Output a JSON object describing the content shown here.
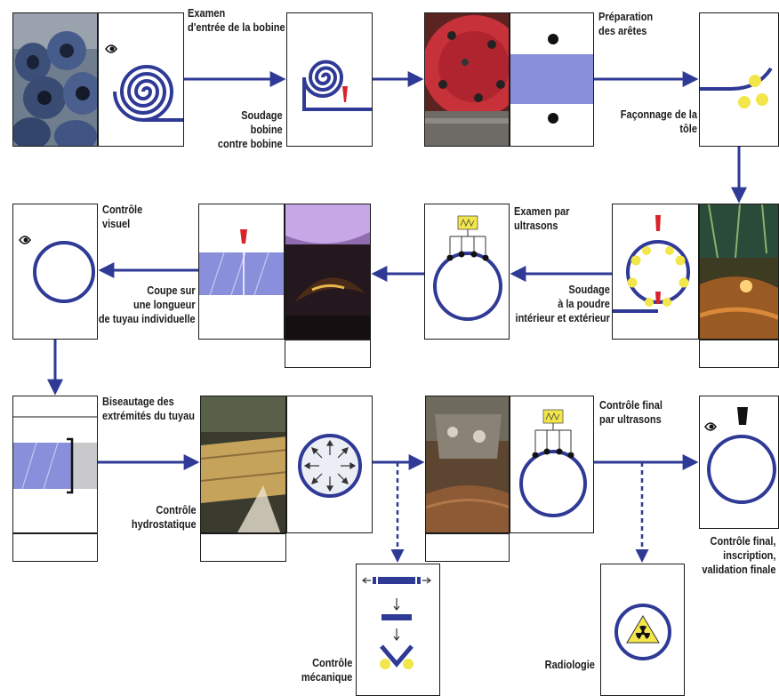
{
  "colors": {
    "flow": "#2e3a96",
    "pipe_blue": "#8a8fdc",
    "roller_yellow": "#f2e64a",
    "weld_red": "#d8232a",
    "border": "#1a1a1a"
  },
  "labels": {
    "examen_entree": [
      "Examen",
      "d'entrée de la bobine"
    ],
    "soudage_bobine": [
      "Soudage",
      "bobine",
      "contre bobine"
    ],
    "preparation_aretes": [
      "Préparation",
      "des arêtes"
    ],
    "faconnage_tole": [
      "Façonnage de la",
      "tôle"
    ],
    "controle_visuel": [
      "Contrôle",
      "visuel"
    ],
    "coupe": [
      "Coupe sur",
      "une longueur",
      "de tuyau individuelle"
    ],
    "examen_ultrasons": [
      "Examen par",
      "ultrasons"
    ],
    "soudage_poudre": [
      "Soudage",
      "à la poudre",
      "intérieur et extérieur"
    ],
    "biseautage": [
      "Biseautage des",
      "extrémités du tuyau"
    ],
    "controle_hydrostatique": [
      "Contrôle",
      "hydrostatique"
    ],
    "controle_final_ultrasons": [
      "Contrôle final",
      "par ultrasons"
    ],
    "controle_final_inscription": [
      "Contrôle final,",
      "inscription,",
      "validation finale"
    ],
    "controle_mecanique": [
      "Contrôle",
      "mécanique"
    ],
    "radiologie": [
      "Radiologie"
    ]
  },
  "icons": [
    "coil-photo",
    "eye-icon",
    "spiral-coil-icon",
    "coil-weld-icon",
    "edge-milling-photo",
    "plate-edge-icon",
    "forming-rollers-icon",
    "welding-photo",
    "submerged-arc-weld-ring-icon",
    "ultrasonic-probe-ring-icon",
    "cutting-photo",
    "cut-pipe-icon",
    "visual-inspection-ring-icon",
    "bevel-pipe-icon",
    "hydrostatic-test-photo",
    "pressure-ring-icon",
    "mechanical-test-icons",
    "final-ultrasonic-photo",
    "final-ultrasonic-ring-icon",
    "radiation-symbol-icon",
    "final-marking-ring-icon"
  ]
}
